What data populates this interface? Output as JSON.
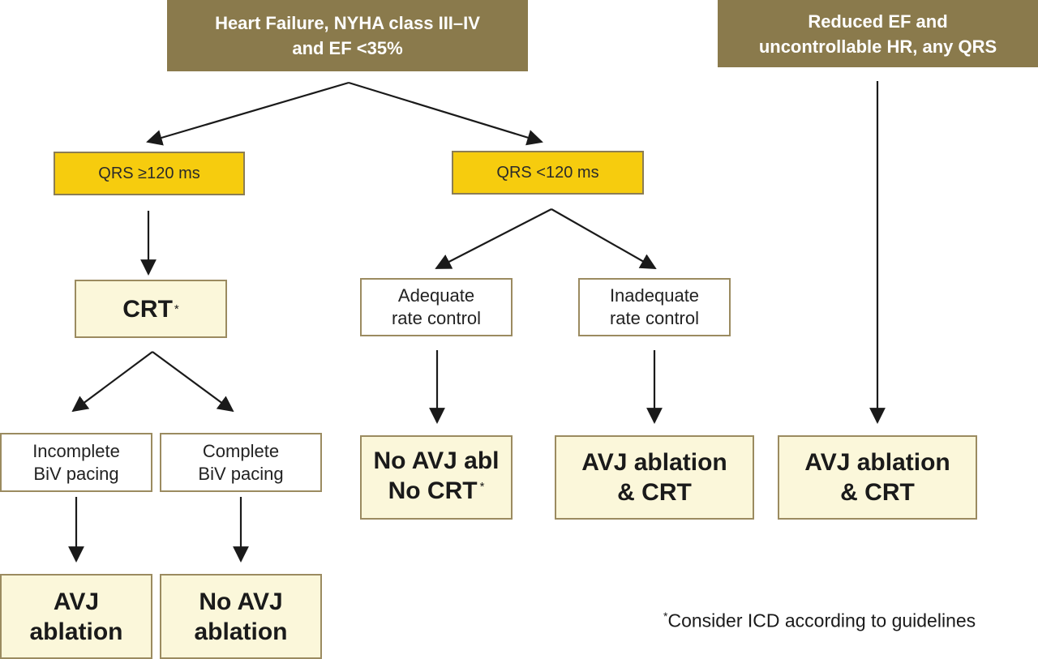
{
  "top": {
    "heart_failure": "Heart Failure, NYHA class III–IV\nand EF <35%",
    "reduced_ef": "Reduced EF and\nuncontrollable HR, any QRS"
  },
  "qrs": {
    "wide": "QRS ≥120 ms",
    "narrow": "QRS <120 ms"
  },
  "crt": {
    "label": "CRT",
    "mark": "*"
  },
  "rate": {
    "adequate": "Adequate\nrate control",
    "inadequate": "Inadequate\nrate control"
  },
  "pacing": {
    "incomplete": "Incomplete\nBiV pacing",
    "complete": "Complete\nBiV pacing"
  },
  "outcomes": {
    "no_avj_abl_line1": "No AVJ abl",
    "no_avj_abl_line2": "No CRT",
    "no_avj_abl_mark": "*",
    "avj_crt_middle": "AVJ ablation\n& CRT",
    "avj_crt_right": "AVJ ablation\n& CRT",
    "avj_ablation": "AVJ\nablation",
    "no_avj_ablation": "No AVJ\nablation"
  },
  "footnote": {
    "mark": "*",
    "text": "Consider ICD according to guidelines"
  },
  "colors": {
    "header_bg": "#8a7a4c",
    "qrs_bg": "#f6cc0e",
    "outcome_bg": "#fbf7da",
    "border": "#9b8b60"
  }
}
